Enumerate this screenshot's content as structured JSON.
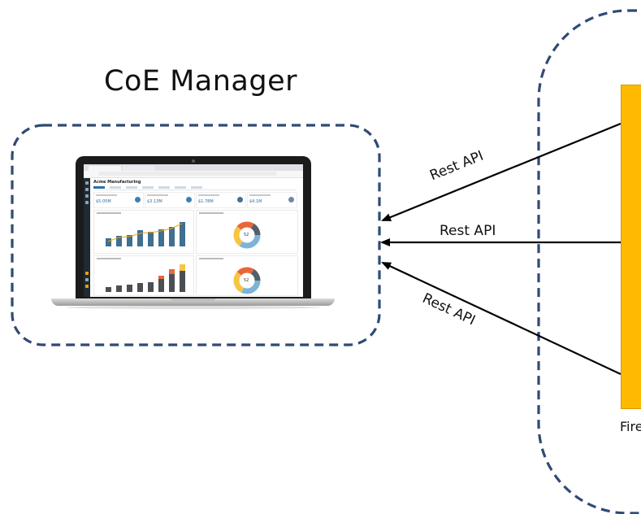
{
  "title": "CoE Manager",
  "arrows": [
    {
      "label": "Rest API"
    },
    {
      "label": "Rest API"
    },
    {
      "label": "Rest API"
    }
  ],
  "firewall": {
    "label": "Fire"
  },
  "laptop_screen": {
    "app_title": "Acme Manufacturing",
    "kpis": [
      "$5.05M",
      "$3.13M",
      "$1.78M",
      "$4.1M"
    ],
    "donut_values": [
      "52",
      "52"
    ]
  },
  "colors": {
    "dashed_border": "#2F4A74",
    "firewall": "#FFB900",
    "arrow": "#000000"
  }
}
